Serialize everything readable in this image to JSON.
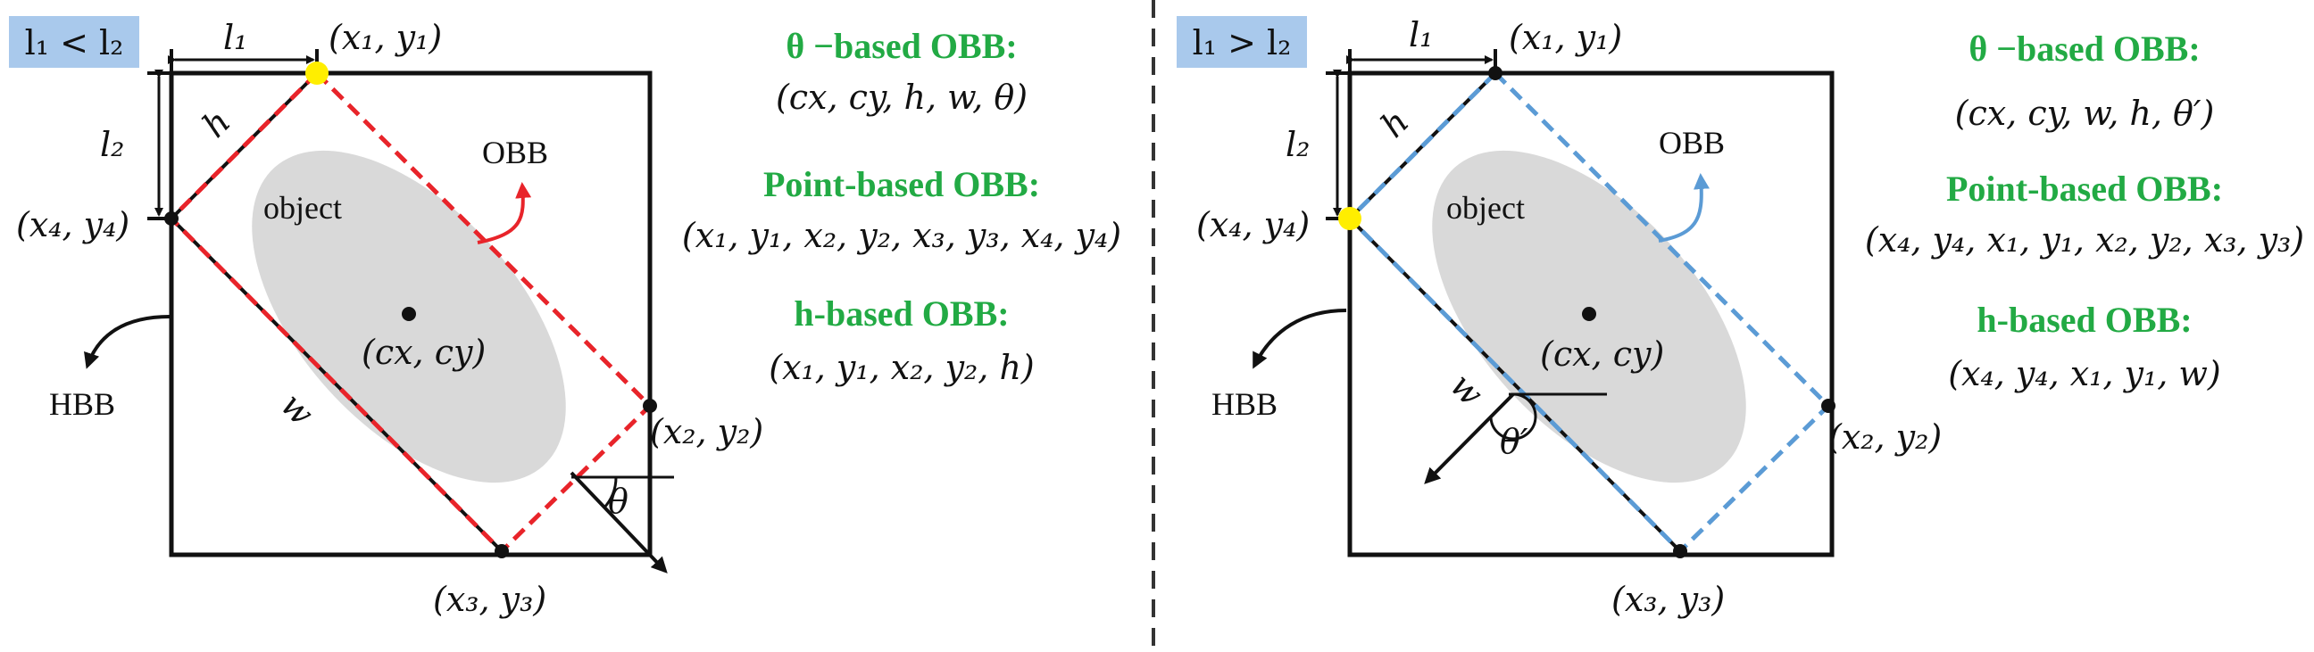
{
  "colors": {
    "tag_bg": "#a9c9ec",
    "obb_left": "#e8242a",
    "obb_right": "#5b9bd5",
    "arrow_left": "#e8242a",
    "arrow_right": "#5b9bd5",
    "highlight": "#ffee00",
    "object_fill": "#d9d9d9",
    "label_green": "#22aa44",
    "divider": "#333333"
  },
  "left": {
    "condition": "l₁ < l₂",
    "l1": "l₁",
    "l2": "l₂",
    "h": "h",
    "w": "w",
    "theta": "θ",
    "p1": "(x₁, y₁)",
    "p2": "(x₂, y₂)",
    "p3": "(x₃, y₃)",
    "p4": "(x₄, y₄)",
    "center": "(cx, cy)",
    "object": "object",
    "obb": "OBB",
    "hbb": "HBB",
    "theta_title": "θ −based OBB:",
    "theta_formula": "(cx, cy, h, w, θ)",
    "point_title": "Point-based OBB:",
    "point_formula": "(x₁, y₁, x₂, y₂, x₃, y₃, x₄, y₄)",
    "h_title": "h-based OBB:",
    "h_formula": "(x₁, y₁, x₂, y₂, h)"
  },
  "right": {
    "condition": "l₁ > l₂",
    "l1": "l₁",
    "l2": "l₂",
    "h": "h",
    "w": "w",
    "theta": "θ′",
    "p1": "(x₁, y₁)",
    "p2": "(x₂, y₂)",
    "p3": "(x₃, y₃)",
    "p4": "(x₄, y₄)",
    "center": "(cx, cy)",
    "object": "object",
    "obb": "OBB",
    "hbb": "HBB",
    "theta_title": "θ −based OBB:",
    "theta_formula": "(cx, cy, w, h, θ′)",
    "point_title": "Point-based OBB:",
    "point_formula": "(x₄, y₄, x₁, y₁, x₂, y₂, x₃, y₃)",
    "h_title": "h-based OBB:",
    "h_formula": "(x₄, y₄, x₁, y₁, w)"
  }
}
